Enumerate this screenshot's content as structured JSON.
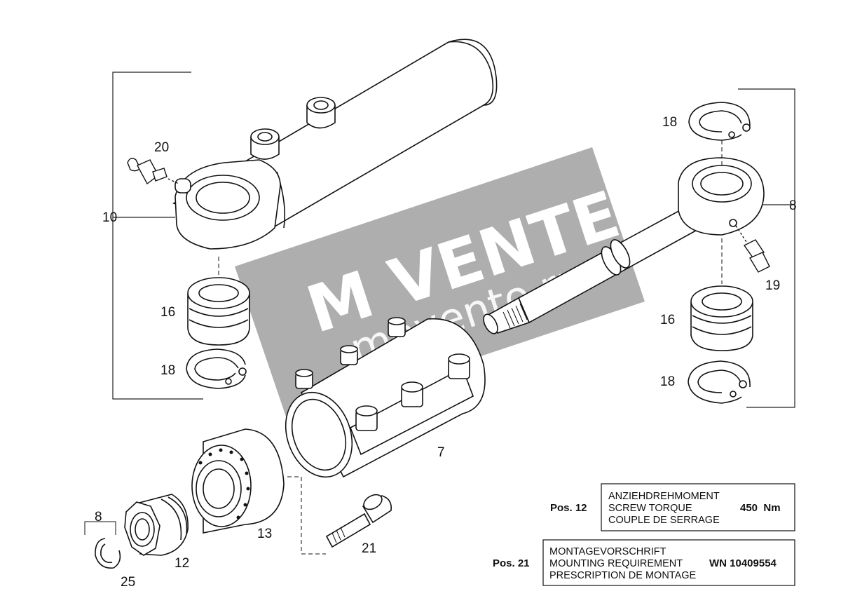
{
  "callouts": {
    "c20": "20",
    "c10": "10",
    "c16a": "16",
    "c18a": "18",
    "c18b": "18",
    "c8a": "8",
    "c19": "19",
    "c16b": "16",
    "c18c": "18",
    "c7": "7",
    "c8b": "8",
    "c25": "25",
    "c12": "12",
    "c13": "13",
    "c21": "21"
  },
  "torque_box": {
    "pos_label": "Pos. 12",
    "line1": "ANZIEHDREHMOMENT",
    "line2": "SCREW TORQUE",
    "line3": "COUPLE DE SERRAGE",
    "value": "450  Nm"
  },
  "mounting_box": {
    "pos_label": "Pos. 21",
    "line1": "MONTAGEVORSCHRIFT",
    "line2": "MOUNTING REQUIREMENT",
    "line3": "PRESCRIPTION DE MONTAGE",
    "value": "WN 10409554"
  },
  "watermark": {
    "brand": "M VENTE",
    "site": "movento.ru",
    "color": "#9a9a9a"
  }
}
